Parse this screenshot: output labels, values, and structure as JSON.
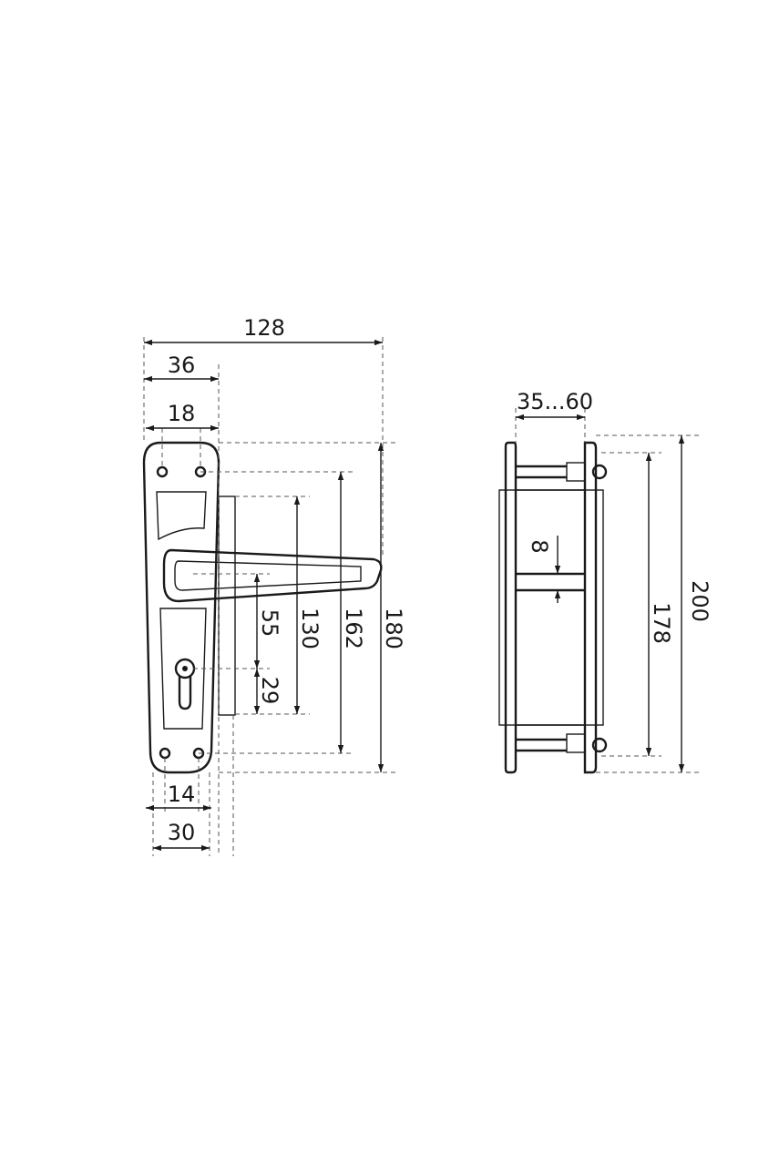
{
  "front_view": {
    "dim_overall_width": "128",
    "dim_rose_width": "36",
    "dim_hole_spacing_top": "18",
    "dim_hole_spacing_bottom": "14",
    "dim_rose_width_bottom": "30",
    "dim_lever_to_cylinder": "55",
    "dim_cylinder_offset": "29",
    "dim_hole_centers_130": "130",
    "dim_hole_centers_162": "162",
    "dim_plate_height": "180"
  },
  "side_view": {
    "dim_door_thickness": "35...60",
    "dim_spindle": "8",
    "dim_hole_centers": "178",
    "dim_overall_height": "200"
  }
}
